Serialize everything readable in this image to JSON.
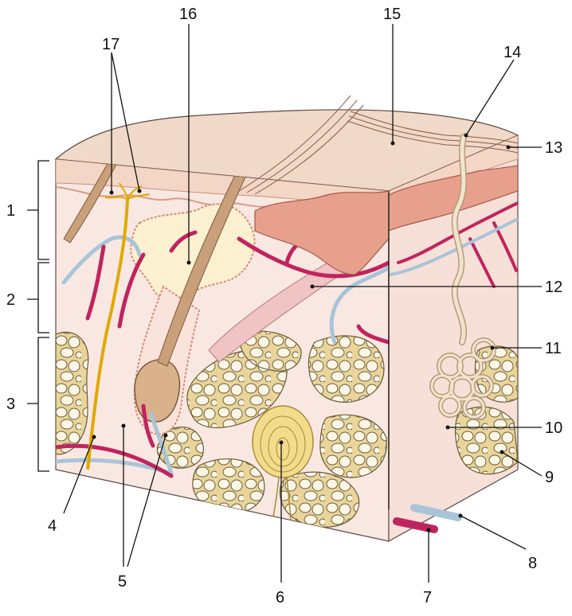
{
  "diagram": {
    "labels": {
      "l1": "1",
      "l2": "2",
      "l3": "3",
      "l4": "4",
      "l5": "5",
      "l6": "6",
      "l7": "7",
      "l8": "8",
      "l9": "9",
      "l10": "10",
      "l11": "11",
      "l12": "12",
      "l13": "13",
      "l14": "14",
      "l15": "15",
      "l16": "16",
      "l17": "17"
    },
    "colors": {
      "skin_surface": "#f0d9c8",
      "dermis": "#f7e3dc",
      "hair": "#c9a07a",
      "artery": "#c0245e",
      "vein": "#a9c4d8",
      "nerve": "#e0a800",
      "fat": "#f4ebc8",
      "gland": "#d98b78",
      "duct": "#e7d8c0"
    }
  }
}
